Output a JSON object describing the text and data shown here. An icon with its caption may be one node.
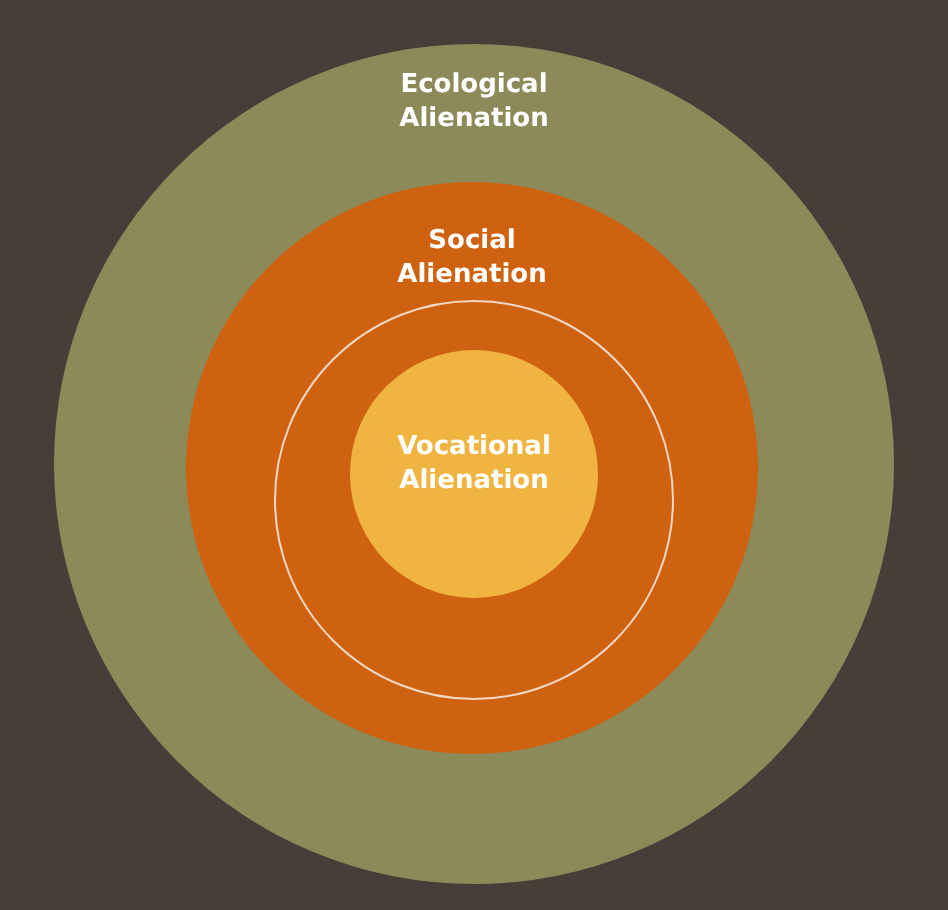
{
  "diagram": {
    "nodes": [
      {
        "text": [
          "Ecological Alienation"
        ]
      },
      {
        "text": [
          "Social Alienation"
        ],
        "in": 0
      },
      {
        "text": [],
        "shape": "circle",
        "in": 1
      },
      {
        "text": [
          "Vocational Alienation"
        ],
        "in": 2
      }
    ]
  }
}
